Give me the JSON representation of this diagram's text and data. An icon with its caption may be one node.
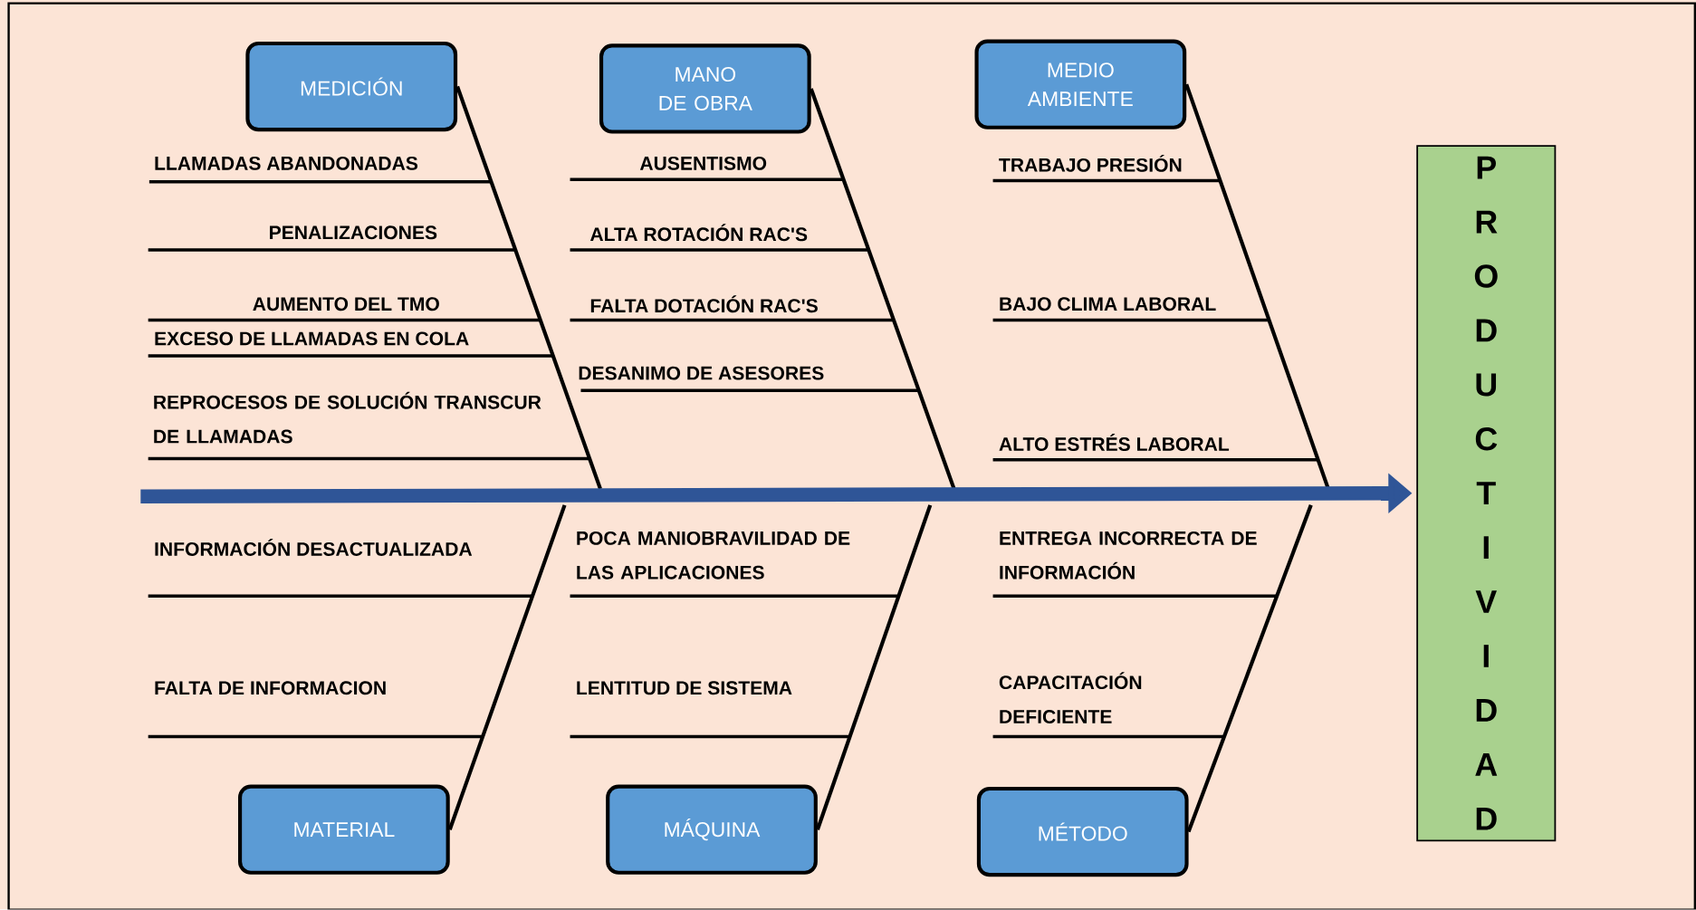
{
  "diagram": {
    "nodes": [
      {
        "text": [
          "MEDICIÓN"
        ]
      },
      {
        "text": [
          "MANO DE OBRA"
        ]
      },
      {
        "text": [
          "MEDIO AMBIENTE"
        ]
      },
      {
        "text": [
          "MATERIAL"
        ]
      },
      {
        "text": [
          "MÁQUINA"
        ]
      },
      {
        "text": [
          "MÉTODO"
        ]
      },
      {
        "text": [
          "PRODUCTIVIDAD"
        ]
      }
    ],
    "edges": [
      {
        "from": 0,
        "to": null,
        "arrow": "none"
      },
      {
        "from": 1,
        "to": null,
        "arrow": "none"
      },
      {
        "from": 2,
        "to": null,
        "arrow": "none"
      },
      {
        "from": 3,
        "to": null,
        "arrow": "none"
      },
      {
        "from": 4,
        "to": null,
        "arrow": "none"
      },
      {
        "from": 5,
        "to": null,
        "arrow": "none"
      },
      {
        "from": null,
        "to": 6,
        "arrow": "to",
        "style": "thick",
        "color": "#2f5597"
      }
    ],
    "labels": [
      "LLAMADAS ABANDONADAS",
      "PENALIZACIONES",
      "AUMENTO DEL TMO",
      "EXCESO DE LLAMADAS EN COLA",
      "REPROCESOS DE SOLUCIÓN TRANSCUR DE LLAMADAS",
      "AUSENTISMO",
      "ALTA ROTACIÓN RAC'S",
      "FALTA DOTACIÓN RAC'S",
      "DESANIMO DE ASESORES",
      "TRABAJO PRESIÓN",
      "BAJO CLIMA LABORAL",
      "ALTO ESTRÉS LABORAL",
      "INFORMACIÓN DESACTUALIZADA",
      "FALTA DE INFORMACION",
      "POCA MANIOBRAVILIDAD DE LAS APLICACIONES",
      "LENTITUD DE SISTEMA",
      "ENTREGA INCORRECTA DE INFORMACIÓN",
      "CAPACITACIÓN DEFICIENTE"
    ]
  }
}
